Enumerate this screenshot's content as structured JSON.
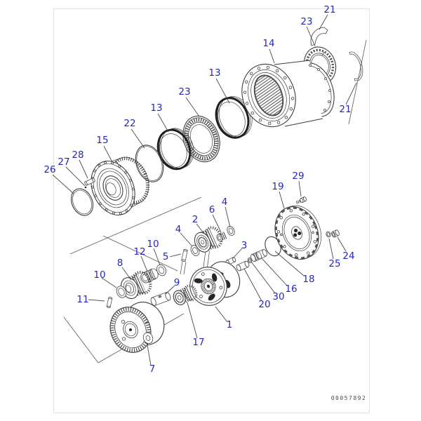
{
  "figure": {
    "number": "00057892"
  },
  "callouts": [
    "21",
    "23",
    "14",
    "13",
    "23",
    "13",
    "22",
    "15",
    "28",
    "27",
    "26",
    "21",
    "29",
    "19",
    "24",
    "25",
    "18",
    "16",
    "30",
    "20",
    "3",
    "6",
    "4",
    "2",
    "4",
    "5",
    "10",
    "12",
    "8",
    "10",
    "11",
    "9",
    "17",
    "1",
    "7"
  ],
  "colors": {
    "callout_text": "#2626bf",
    "line_art": "#3d3d3d",
    "page_background": "#ffffff",
    "page_border": "#e2e2e2",
    "figure_number_text": "#4d4d4d"
  }
}
